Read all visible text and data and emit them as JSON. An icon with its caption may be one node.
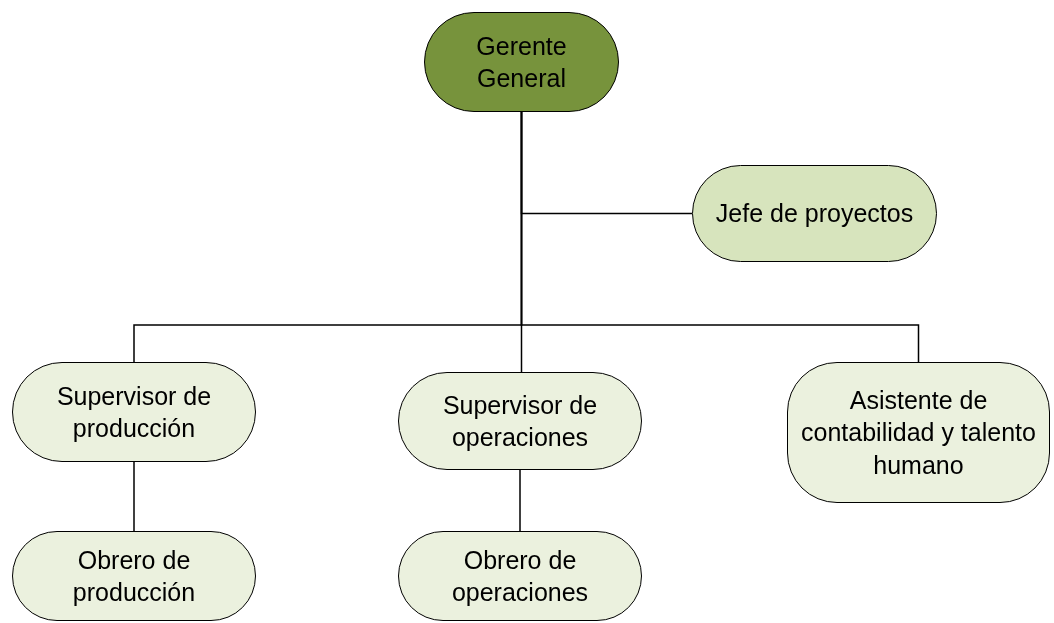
{
  "diagram": {
    "nodes": [
      {
        "text": [
          "Gerente General"
        ]
      },
      {
        "text": [
          "Jefe de proyectos"
        ]
      },
      {
        "text": [
          "Supervisor de producción"
        ]
      },
      {
        "text": [
          "Supervisor de operaciones"
        ]
      },
      {
        "text": [
          "Asistente de contabilidad y talento humano"
        ]
      },
      {
        "text": [
          "Obrero de producción"
        ]
      },
      {
        "text": [
          "Obrero de operaciones"
        ]
      }
    ],
    "edges": [
      {
        "from": 0,
        "to": 1,
        "arrow": "none"
      },
      {
        "from": 0,
        "to": 2,
        "arrow": "none"
      },
      {
        "from": 0,
        "to": 3,
        "arrow": "none"
      },
      {
        "from": 0,
        "to": 4,
        "arrow": "none"
      },
      {
        "from": 2,
        "to": 5,
        "arrow": "none"
      },
      {
        "from": 3,
        "to": 6,
        "arrow": "none"
      }
    ]
  }
}
